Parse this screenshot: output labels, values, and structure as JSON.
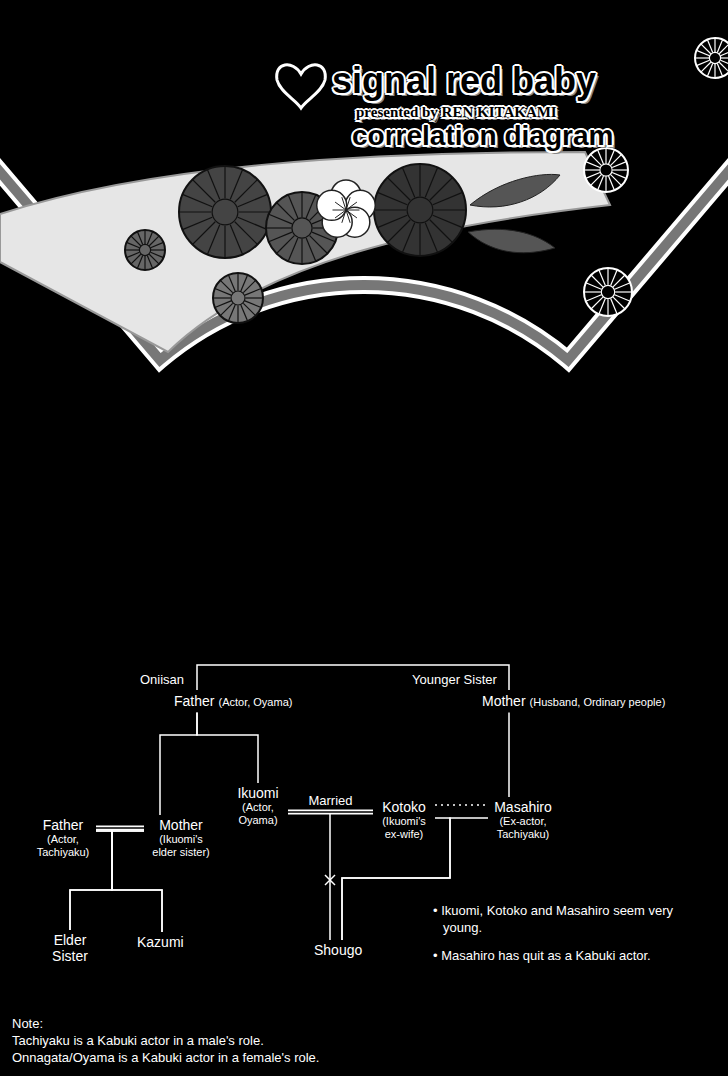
{
  "diagram": {
    "title": "signal red baby",
    "nodes": [
      {
        "text": [
          "Father",
          "(Actor, Oyama)"
        ]
      },
      {
        "text": [
          "Mother",
          "(Husband, Ordinary people)"
        ]
      },
      {
        "text": [
          "Father",
          "(Actor, Tachiyaku)"
        ]
      },
      {
        "text": [
          "Mother",
          "(Ikuomi's elder sister)"
        ]
      },
      {
        "text": [
          "Ikuomi",
          "(Actor, Oyama)"
        ]
      },
      {
        "text": [
          "Kotoko",
          "(Ikuomi's ex-wife)"
        ]
      },
      {
        "text": [
          "Masahiro",
          "(Ex-actor, Tachiyaku)"
        ]
      },
      {
        "text": [
          "Elder Sister"
        ]
      },
      {
        "text": [
          "Kazumi"
        ]
      },
      {
        "text": [
          "Shougo"
        ]
      }
    ],
    "edges": [
      {
        "from": 0,
        "to": 1,
        "arrow": "none"
      },
      {
        "from": 0,
        "to": 3,
        "arrow": "none"
      },
      {
        "from": 0,
        "to": 4,
        "arrow": "none"
      },
      {
        "from": 1,
        "to": 6,
        "arrow": "none"
      },
      {
        "from": 2,
        "to": 3,
        "arrow": "none"
      },
      {
        "from": 2,
        "to": 7,
        "arrow": "none"
      },
      {
        "from": 2,
        "to": 8,
        "arrow": "none"
      },
      {
        "from": 3,
        "to": 7,
        "arrow": "none"
      },
      {
        "from": 3,
        "to": 8,
        "arrow": "none"
      },
      {
        "from": 4,
        "to": 5,
        "label": "Married",
        "arrow": "none"
      },
      {
        "from": 5,
        "to": 6,
        "arrow": "none"
      },
      {
        "from": 4,
        "to": 9,
        "arrow": "none"
      },
      {
        "from": 5,
        "to": 9,
        "arrow": "none"
      },
      {
        "from": 6,
        "to": 9,
        "arrow": "none"
      }
    ],
    "labels": [
      "presented by REN KITAKAMI",
      "correlation diagram",
      "Oniisan",
      "Younger Sister",
      "• Ikuomi, Kotoko and Masahiro seem very young.",
      "• Masahiro has quit as a Kabuki actor.",
      "Note:",
      "Tachiyaku is a Kabuki actor in a male's role.",
      "Onnagata/Oyama is a Kabuki actor in a female's role."
    ]
  }
}
